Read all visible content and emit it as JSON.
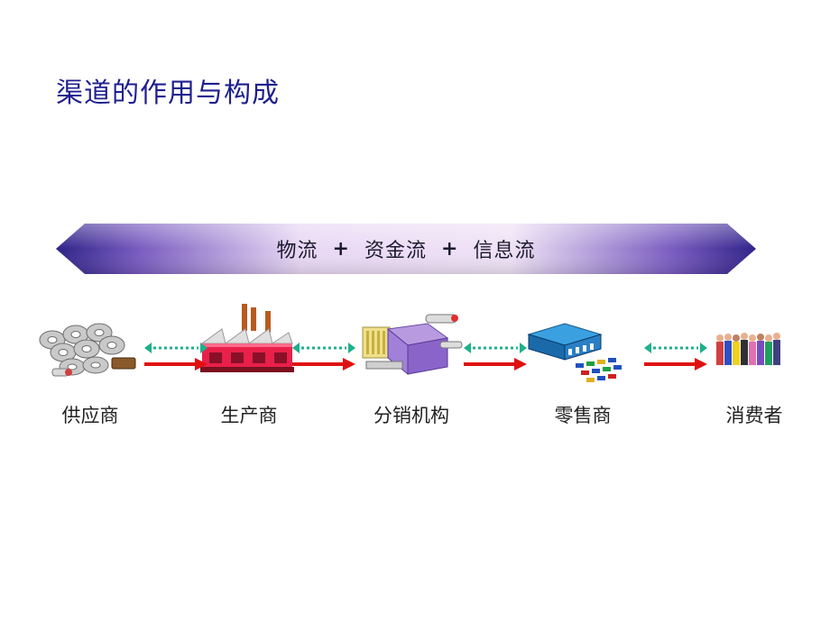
{
  "title": "渠道的作用与构成",
  "banner": {
    "flow1": "物流",
    "flow2": "资金流",
    "flow3": "信息流",
    "plus": "+",
    "colors": {
      "edge": "#3a2a9a",
      "mid": "#f2e6f8"
    }
  },
  "nodes": [
    {
      "label": "供应商",
      "icon": "supplier-rolls-icon"
    },
    {
      "label": "生产商",
      "icon": "factory-icon"
    },
    {
      "label": "分销机构",
      "icon": "warehouse-icon"
    },
    {
      "label": "零售商",
      "icon": "store-icon"
    },
    {
      "label": "消费者",
      "icon": "people-icon"
    }
  ],
  "links": {
    "dotted_color": "#1fb08a",
    "solid_color": "#e01010"
  }
}
